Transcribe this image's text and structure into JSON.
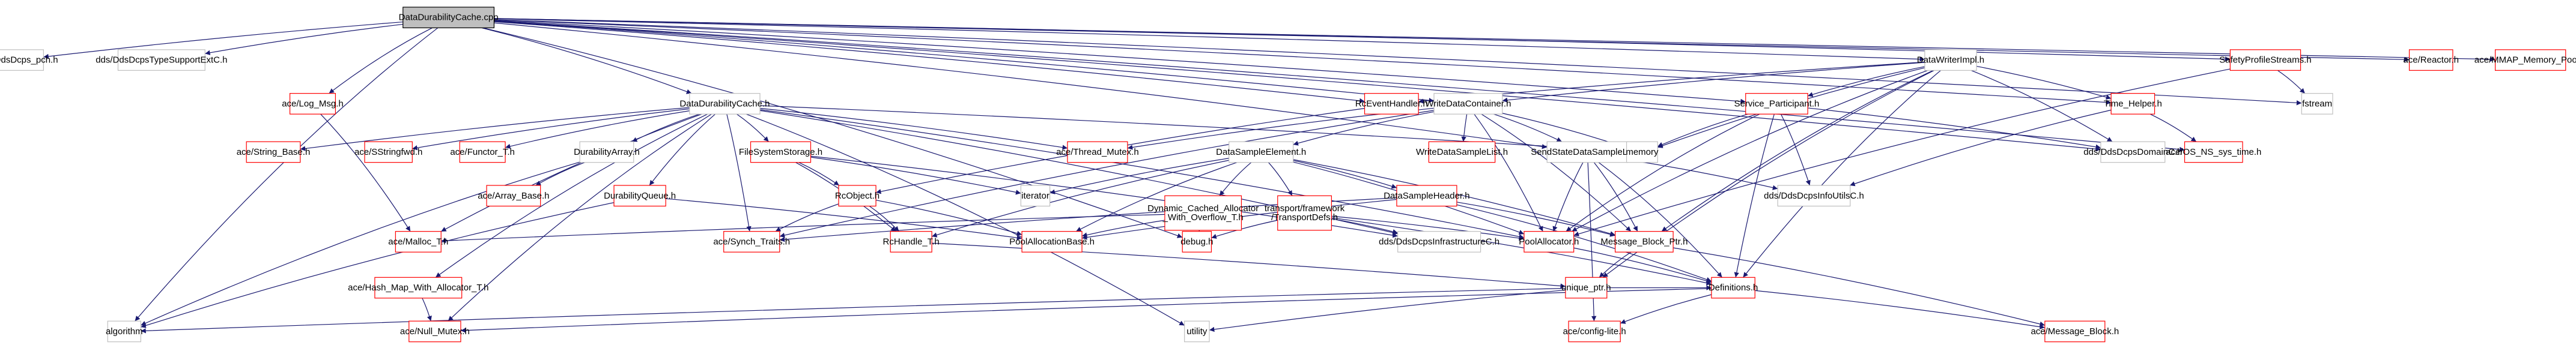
{
  "diagram": {
    "nodes": [
      {
        "id": "root",
        "label": "DataDurabilityCache.cpp",
        "style": "root"
      },
      {
        "id": "dcps_pch",
        "label": "DCPS/DdsDcps_pch.h",
        "style": "plain"
      },
      {
        "id": "typesupport",
        "label": "dds/DdsDcpsTypeSupportExtC.h",
        "style": "plain"
      },
      {
        "id": "log_msg",
        "label": "ace/Log_Msg.h",
        "style": "red"
      },
      {
        "id": "ddc_h",
        "label": "DataDurabilityCache.h",
        "style": "plain"
      },
      {
        "id": "rceventhandler",
        "label": "RcEventHandler.h",
        "style": "red"
      },
      {
        "id": "writedatacontainer",
        "label": "WriteDataContainer.h",
        "style": "plain"
      },
      {
        "id": "datawriterimpl",
        "label": "DataWriterImpl.h",
        "style": "plain"
      },
      {
        "id": "safetyprofile",
        "label": "SafetyProfileStreams.h",
        "style": "red"
      },
      {
        "id": "reactor",
        "label": "ace/Reactor.h",
        "style": "red"
      },
      {
        "id": "mmap",
        "label": "ace/MMAP_Memory_Pool.h",
        "style": "red"
      },
      {
        "id": "service_participant",
        "label": "Service_Participant.h",
        "style": "red"
      },
      {
        "id": "time_helper",
        "label": "Time_Helper.h",
        "style": "red"
      },
      {
        "id": "fstream",
        "label": "fstream",
        "style": "plain"
      },
      {
        "id": "string_base",
        "label": "ace/String_Base.h",
        "style": "red"
      },
      {
        "id": "sstringfwd",
        "label": "ace/SStringfwd.h",
        "style": "red"
      },
      {
        "id": "functor_t",
        "label": "ace/Functor_T.h",
        "style": "red"
      },
      {
        "id": "durabilityarray",
        "label": "DurabilityArray.h",
        "style": "plain"
      },
      {
        "id": "filesystemstorage",
        "label": "FileSystemStorage.h",
        "style": "red"
      },
      {
        "id": "thread_mutex",
        "label": "ace/Thread_Mutex.h",
        "style": "red"
      },
      {
        "id": "datasampleelement",
        "label": "DataSampleElement.h",
        "style": "plain"
      },
      {
        "id": "writedatasamplelist",
        "label": "WriteDataSampleList.h",
        "style": "red"
      },
      {
        "id": "senddatasamplelist",
        "label": "SendStateDataSampleList.h",
        "style": "plain"
      },
      {
        "id": "memory",
        "label": "memory",
        "style": "plain"
      },
      {
        "id": "ddsdcpsdomainc",
        "label": "dds/DdsDcpsDomainC.h",
        "style": "plain"
      },
      {
        "id": "os_ns_sys_time",
        "label": "ace/OS_NS_sys_time.h",
        "style": "red"
      },
      {
        "id": "array_base",
        "label": "ace/Array_Base.h",
        "style": "red"
      },
      {
        "id": "durabilityqueue",
        "label": "DurabilityQueue.h",
        "style": "red"
      },
      {
        "id": "rcobject",
        "label": "RcObject.h",
        "style": "red"
      },
      {
        "id": "iterator",
        "label": "iterator",
        "style": "plain"
      },
      {
        "id": "dynamic_cached",
        "label": "Dynamic_Cached_Allocator_With_Overflow_T.h",
        "style": "red",
        "lines": [
          "Dynamic_Cached_Allocator",
          "_With_Overflow_T.h"
        ]
      },
      {
        "id": "transportdefs",
        "label": "transport/framework/TransportDefs.h",
        "style": "red",
        "lines": [
          "transport/framework",
          "/TransportDefs.h"
        ]
      },
      {
        "id": "datasampleheader",
        "label": "DataSampleHeader.h",
        "style": "red"
      },
      {
        "id": "ddsdcpsinfoutilsc",
        "label": "dds/DdsDcpsInfoUtilsC.h",
        "style": "plain"
      },
      {
        "id": "malloc_t",
        "label": "ace/Malloc_T.h",
        "style": "red"
      },
      {
        "id": "synch_traits",
        "label": "ace/Synch_Traits.h",
        "style": "red"
      },
      {
        "id": "poolallocationbase",
        "label": "PoolAllocationBase.h",
        "style": "red"
      },
      {
        "id": "rchandle_t",
        "label": "RcHandle_T.h",
        "style": "red"
      },
      {
        "id": "debug",
        "label": "debug.h",
        "style": "red"
      },
      {
        "id": "ddsdcpsinfrastructurec",
        "label": "dds/DdsDcpsInfrastructureC.h",
        "style": "plain"
      },
      {
        "id": "poolallocator",
        "label": "PoolAllocator.h",
        "style": "red"
      },
      {
        "id": "message_block_ptr",
        "label": "Message_Block_Ptr.h",
        "style": "red"
      },
      {
        "id": "hash_map",
        "label": "ace/Hash_Map_With_Allocator_T.h",
        "style": "red"
      },
      {
        "id": "unique_ptr",
        "label": "unique_ptr.h",
        "style": "red"
      },
      {
        "id": "definitions",
        "label": "Definitions.h",
        "style": "red"
      },
      {
        "id": "null_mutex",
        "label": "ace/Null_Mutex.h",
        "style": "red"
      },
      {
        "id": "algorithm",
        "label": "algorithm",
        "style": "plain"
      },
      {
        "id": "utility",
        "label": "utility",
        "style": "plain"
      },
      {
        "id": "config",
        "label": "ace/config-lite.h",
        "style": "red"
      },
      {
        "id": "message_block",
        "label": "ace/Message_Block.h",
        "style": "red"
      }
    ],
    "edges": [
      [
        "root",
        "dcps_pch"
      ],
      [
        "root",
        "typesupport"
      ],
      [
        "root",
        "log_msg"
      ],
      [
        "root",
        "ddc_h"
      ],
      [
        "root",
        "rceventhandler"
      ],
      [
        "root",
        "writedatacontainer"
      ],
      [
        "root",
        "datawriterimpl"
      ],
      [
        "root",
        "safetyprofile"
      ],
      [
        "root",
        "reactor"
      ],
      [
        "root",
        "mmap"
      ],
      [
        "root",
        "algorithm"
      ],
      [
        "root",
        "service_participant"
      ],
      [
        "root",
        "time_helper"
      ],
      [
        "root",
        "fstream"
      ],
      [
        "root",
        "os_ns_sys_time"
      ],
      [
        "root",
        "senddatasamplelist"
      ],
      [
        "root",
        "ddsdcpsdomainc"
      ],
      [
        "root",
        "debug"
      ],
      [
        "ddc_h",
        "string_base"
      ],
      [
        "ddc_h",
        "sstringfwd"
      ],
      [
        "ddc_h",
        "functor_t"
      ],
      [
        "ddc_h",
        "durabilityarray"
      ],
      [
        "ddc_h",
        "filesystemstorage"
      ],
      [
        "ddc_h",
        "thread_mutex"
      ],
      [
        "ddc_h",
        "durabilityqueue"
      ],
      [
        "ddc_h",
        "malloc_t"
      ],
      [
        "ddc_h",
        "synch_traits"
      ],
      [
        "ddc_h",
        "hash_map"
      ],
      [
        "ddc_h",
        "null_mutex"
      ],
      [
        "ddc_h",
        "poolallocator"
      ],
      [
        "ddc_h",
        "ddsdcpsinfrastructurec"
      ],
      [
        "ddc_h",
        "memory"
      ],
      [
        "ddc_h",
        "utility"
      ],
      [
        "durabilityarray",
        "array_base"
      ],
      [
        "durabilityarray",
        "algorithm"
      ],
      [
        "durabilityqueue",
        "poolallocationbase"
      ],
      [
        "durabilityqueue",
        "algorithm"
      ],
      [
        "filesystemstorage",
        "rcobject"
      ],
      [
        "filesystemstorage",
        "rchandle_t"
      ],
      [
        "filesystemstorage",
        "iterator"
      ],
      [
        "filesystemstorage",
        "ddsdcpsinfrastructurec"
      ],
      [
        "rcobject",
        "synch_traits"
      ],
      [
        "rcobject",
        "rchandle_t"
      ],
      [
        "rcobject",
        "poolallocationbase"
      ],
      [
        "rchandle_t",
        "unique_ptr"
      ],
      [
        "rceventhandler",
        "rcobject"
      ],
      [
        "writedatacontainer",
        "datasampleelement"
      ],
      [
        "writedatacontainer",
        "writedatasamplelist"
      ],
      [
        "writedatacontainer",
        "senddatasamplelist"
      ],
      [
        "writedatacontainer",
        "thread_mutex"
      ],
      [
        "writedatacontainer",
        "memory"
      ],
      [
        "writedatacontainer",
        "poolallocator"
      ],
      [
        "writedatacontainer",
        "message_block_ptr"
      ],
      [
        "writedatacontainer",
        "synch_traits"
      ],
      [
        "datasampleelement",
        "dynamic_cached"
      ],
      [
        "datasampleelement",
        "transportdefs"
      ],
      [
        "datasampleelement",
        "datasampleheader"
      ],
      [
        "datasampleelement",
        "iterator"
      ],
      [
        "datasampleelement",
        "poolallocationbase"
      ],
      [
        "datasampleelement",
        "rchandle_t"
      ],
      [
        "datasampleelement",
        "poolallocator"
      ],
      [
        "datasampleelement",
        "message_block_ptr"
      ],
      [
        "dynamic_cached",
        "malloc_t"
      ],
      [
        "dynamic_cached",
        "debug"
      ],
      [
        "dynamic_cached",
        "poolallocationbase"
      ],
      [
        "transportdefs",
        "debug"
      ],
      [
        "transportdefs",
        "definitions"
      ],
      [
        "transportdefs",
        "poolallocator"
      ],
      [
        "transportdefs",
        "ddsdcpsinfrastructurec"
      ],
      [
        "datasampleheader",
        "definitions"
      ],
      [
        "datasampleheader",
        "message_block_ptr"
      ],
      [
        "datasampleheader",
        "synch_traits"
      ],
      [
        "datasampleheader",
        "poolallocationbase"
      ],
      [
        "senddatasamplelist",
        "ddsdcpsinfoutilsc"
      ],
      [
        "senddatasamplelist",
        "poolallocator"
      ],
      [
        "senddatasamplelist",
        "definitions"
      ],
      [
        "senddatasamplelist",
        "message_block_ptr"
      ],
      [
        "senddatasamplelist",
        "config"
      ],
      [
        "datawriterimpl",
        "rceventhandler"
      ],
      [
        "datawriterimpl",
        "writedatacontainer"
      ],
      [
        "datawriterimpl",
        "service_participant"
      ],
      [
        "datawriterimpl",
        "time_helper"
      ],
      [
        "datawriterimpl",
        "ddsdcpsdomainc"
      ],
      [
        "datawriterimpl",
        "poolallocator"
      ],
      [
        "datawriterimpl",
        "message_block_ptr"
      ],
      [
        "datawriterimpl",
        "definitions"
      ],
      [
        "datawriterimpl",
        "unique_ptr"
      ],
      [
        "datawriterimpl",
        "memory"
      ],
      [
        "service_participant",
        "memory"
      ],
      [
        "service_participant",
        "ddsdcpsdomainc"
      ],
      [
        "service_participant",
        "ddsdcpsinfoutilsc"
      ],
      [
        "service_participant",
        "poolallocator"
      ],
      [
        "service_participant",
        "definitions"
      ],
      [
        "time_helper",
        "os_ns_sys_time"
      ],
      [
        "time_helper",
        "ddsdcpsinfoutilsc"
      ],
      [
        "safetyprofile",
        "fstream"
      ],
      [
        "safetyprofile",
        "poolallocator"
      ],
      [
        "message_block_ptr",
        "unique_ptr"
      ],
      [
        "message_block_ptr",
        "message_block"
      ],
      [
        "poolallocator",
        "definitions"
      ],
      [
        "unique_ptr",
        "definitions"
      ],
      [
        "unique_ptr",
        "utility"
      ],
      [
        "unique_ptr",
        "algorithm"
      ],
      [
        "definitions",
        "config"
      ],
      [
        "definitions",
        "message_block"
      ],
      [
        "definitions",
        "null_mutex"
      ],
      [
        "hash_map",
        "null_mutex"
      ],
      [
        "log_msg",
        "malloc_t"
      ]
    ]
  }
}
